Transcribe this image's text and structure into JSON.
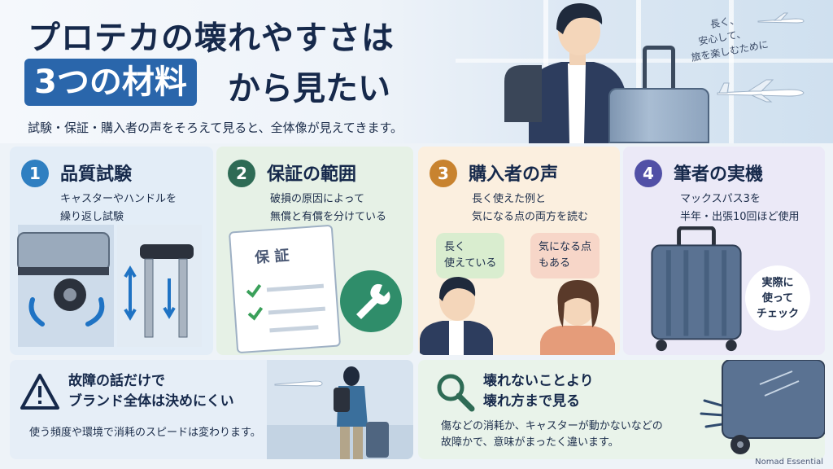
{
  "header": {
    "title_line1": "プロテカの壊れやすさは",
    "title_highlight": "3つの材料",
    "title_line2_rest": "から見たい",
    "subtitle": "試験・保証・購入者の声をそろえて見ると、全体像が見えてきます。",
    "hand_note": [
      "長く、",
      "安心して、",
      "旅を楽しむために"
    ]
  },
  "cards": [
    {
      "number": "1",
      "title": "品質試験",
      "desc": [
        "キャスターやハンドルを",
        "繰り返し試験"
      ],
      "color": "#2f7fc1"
    },
    {
      "number": "2",
      "title": "保証の範囲",
      "desc": [
        "破損の原因によって",
        "無償と有償を分けている"
      ],
      "color": "#2e6b55",
      "doc_label": "保 証"
    },
    {
      "number": "3",
      "title": "購入者の声",
      "desc": [
        "長く使えた例と",
        "気になる点の両方を読む"
      ],
      "color": "#c8832f",
      "bubble_left": [
        "長く",
        "使えている"
      ],
      "bubble_right": [
        "気になる点",
        "もある"
      ]
    },
    {
      "number": "4",
      "title": "筆者の実機",
      "desc": [
        "マックスパス3を",
        "半年・出張10回ほど使用"
      ],
      "color": "#5150a6",
      "check_text": [
        "実際に",
        "使って",
        "チェック"
      ]
    }
  ],
  "bottom_left": {
    "title": [
      "故障の話だけで",
      "ブランド全体は決めにくい"
    ],
    "desc": "使う頻度や環境で消耗のスピードは変わります。"
  },
  "bottom_right": {
    "title": [
      "壊れないことより",
      "壊れ方まで見る"
    ],
    "desc": [
      "傷などの消耗か、キャスターが動かないなどの",
      "故障かで、意味がまったく違います。"
    ]
  },
  "footer": "Nomad Essential"
}
